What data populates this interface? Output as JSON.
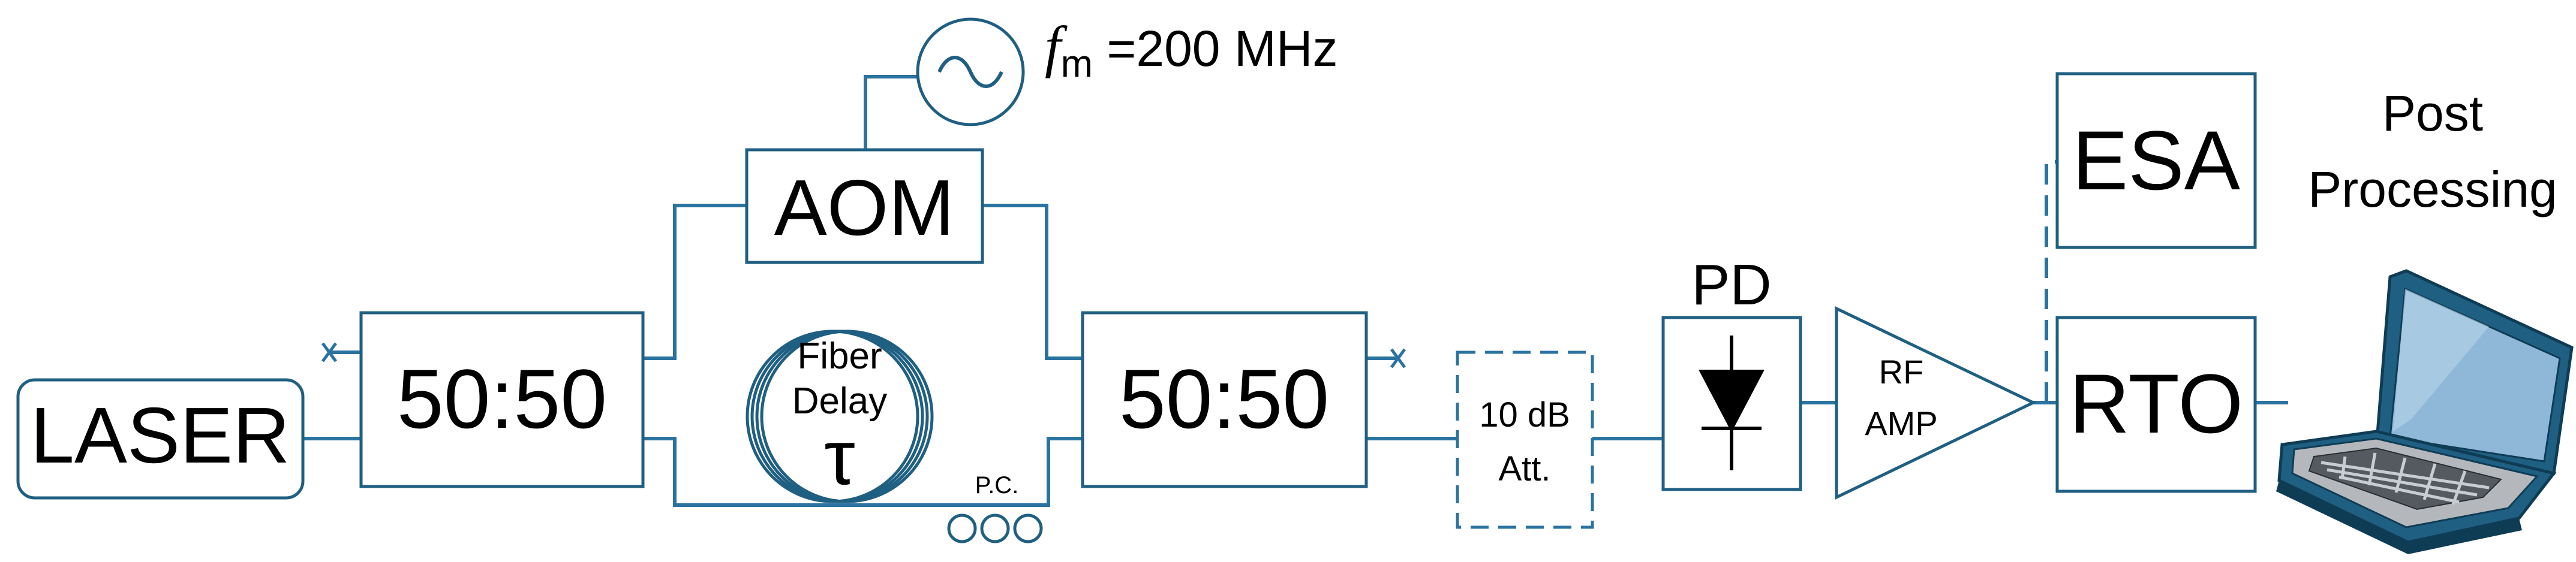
{
  "diagram": {
    "laser": "LASER",
    "splitter_left": "50:50",
    "splitter_right": "50:50",
    "aom": "AOM",
    "modulation_symbol": "f",
    "modulation_subscript": "m",
    "modulation_value": " =200 MHz",
    "fiber_line1": "Fiber",
    "fiber_line2": "Delay",
    "fiber_tau": "τ",
    "polarization_controller": "P.C.",
    "attenuator_line1": "10 dB",
    "attenuator_line2": "Att.",
    "photodiode": "PD",
    "amp_line1": "RF",
    "amp_line2": "AMP",
    "esa": "ESA",
    "rto": "RTO",
    "post_line1": "Post",
    "post_line2": "Processing"
  },
  "colors": {
    "line": "#2a73a0",
    "box_border": "#1f5f82",
    "laptop_screen": "#8fb8d8",
    "laptop_body": "#b4b8bc"
  },
  "icons": [
    "sine-source-icon",
    "fiber-coil-icon",
    "polarization-controller-icon",
    "photodiode-icon",
    "amplifier-icon",
    "laptop-icon",
    "termination-x-icon"
  ]
}
